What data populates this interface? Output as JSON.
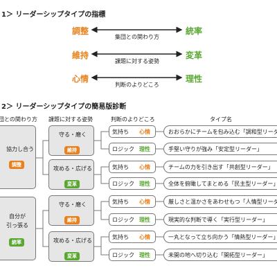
{
  "section1": {
    "heading": "1＞ リーダーシップタイプの指標"
  },
  "axes": [
    {
      "left": "調整",
      "right": "統率",
      "caption": "集団との関わり方"
    },
    {
      "left": "維持",
      "right": "変革",
      "caption": "課題に対する姿勢"
    },
    {
      "left": "心情",
      "right": "理性",
      "caption": "判断のよりどころ"
    }
  ],
  "section2": {
    "heading": "2＞ リーダーシップタイプの簡易版診断"
  },
  "columns": {
    "group": "団との関わり方",
    "task": "課題に対する姿勢",
    "judge": "判断のよりどころ",
    "type": "タイプ名"
  },
  "groups": [
    {
      "text1": "協力し合う",
      "text2": "",
      "badge": "調整"
    },
    {
      "text1": "自分が",
      "text2": "引っ張る",
      "badge": "統率"
    }
  ],
  "tasks": [
    {
      "text": "守る・磨く",
      "badge": "維持"
    },
    {
      "text": "攻める・広げる",
      "badge": "変革"
    },
    {
      "text": "守る・磨く",
      "badge": "維持"
    },
    {
      "text": "攻める・広げる",
      "badge": "変革"
    }
  ],
  "judges": [
    {
      "word": "気持ち",
      "badge": "心情"
    },
    {
      "word": "ロジック",
      "badge": "理性"
    },
    {
      "word": "気持ち",
      "badge": "心情"
    },
    {
      "word": "ロジック",
      "badge": "理性"
    },
    {
      "word": "気持ち",
      "badge": "心情"
    },
    {
      "word": "ロジック",
      "badge": "理性"
    },
    {
      "word": "気持ち",
      "badge": "心情"
    },
    {
      "word": "ロジック",
      "badge": "理性"
    }
  ],
  "types": [
    "おおらかにチームを包み込む「調和型リーダー」",
    "手堅い守りが強み「安定型リーダー」",
    "チームの力を引き出す「共創型リーダー」",
    "全体を俯瞰してまとめる「民主型リーダー」",
    "厳しさと温かさをあわせもつ「人情型リーダー」",
    "現実的な判断で導く「実行型リーダー」",
    "一丸となって立ち向かう「情熱型リーダー」",
    "未開の地へ切り込む「開拓型リーダー」"
  ],
  "colors": {
    "orange": "#e8821e",
    "green": "#5aa832",
    "box_gray": "#e6e6e6",
    "line": "#777777"
  }
}
